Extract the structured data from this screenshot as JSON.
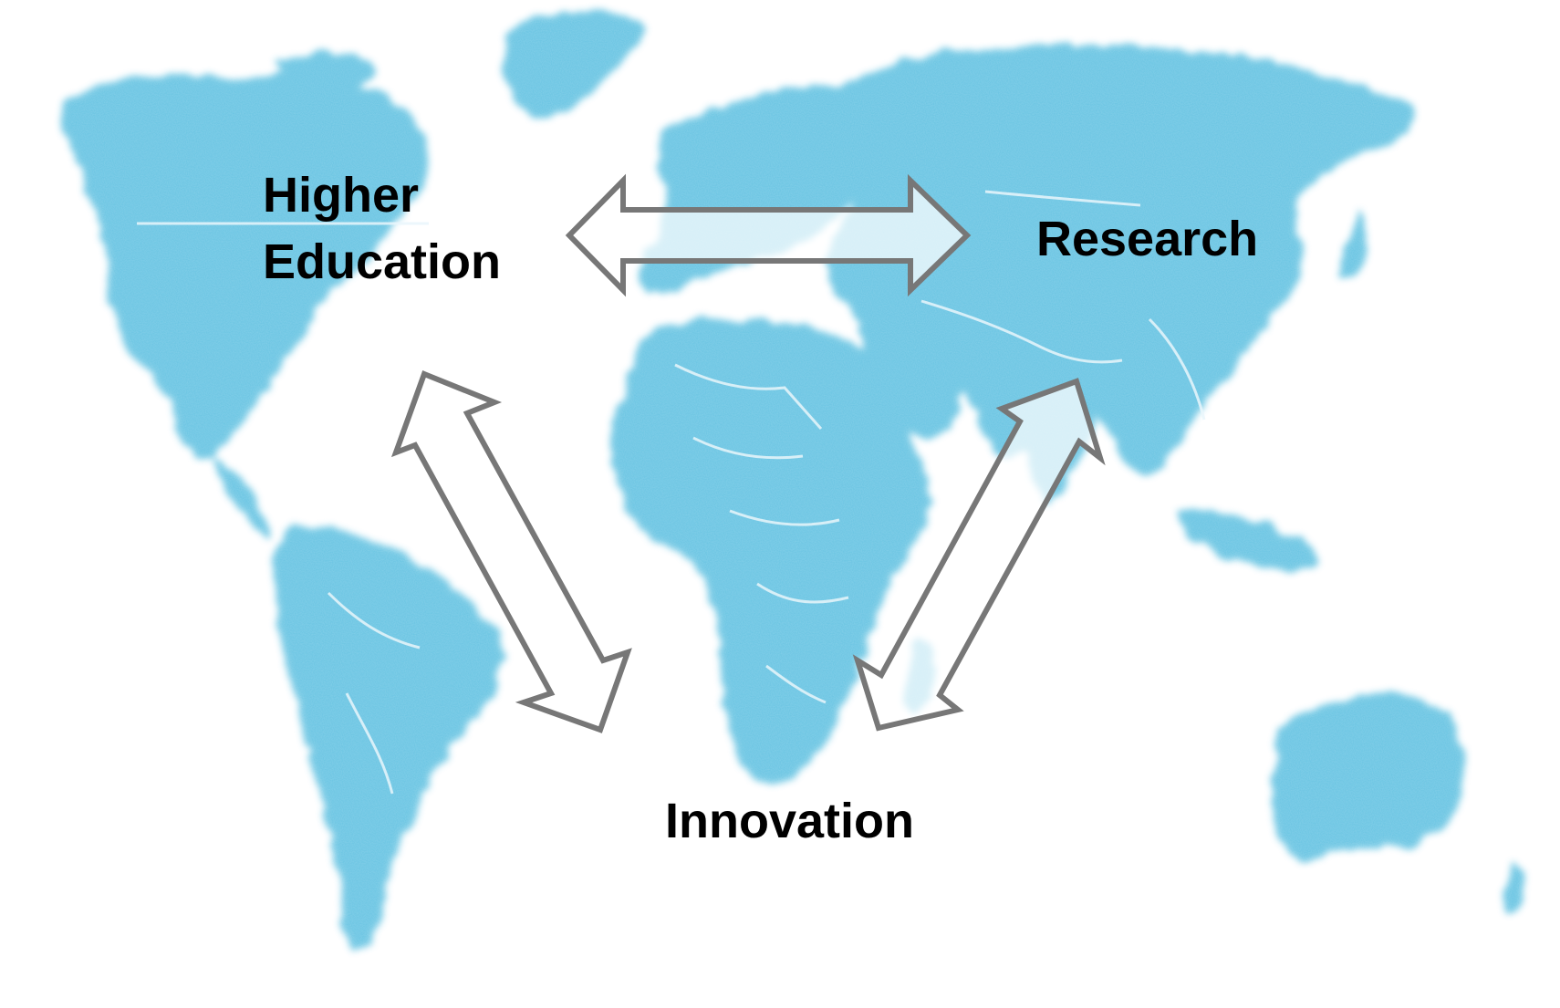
{
  "diagram": {
    "nodes": {
      "higher_education": {
        "line1": "Higher",
        "line2": "Education"
      },
      "research": {
        "label": "Research"
      },
      "innovation": {
        "label": "Innovation"
      }
    },
    "edges": [
      {
        "from": "higher_education",
        "to": "research",
        "style": "double-headed-arrow"
      },
      {
        "from": "higher_education",
        "to": "innovation",
        "style": "double-headed-arrow"
      },
      {
        "from": "research",
        "to": "innovation",
        "style": "double-headed-arrow"
      }
    ],
    "colors": {
      "land": "#5bbfe0",
      "land_light": "#8fd3ea",
      "borders": "#e9f6fb",
      "arrow_stroke": "#777777",
      "arrow_fill": "#ffffff",
      "text": "#000000"
    }
  }
}
